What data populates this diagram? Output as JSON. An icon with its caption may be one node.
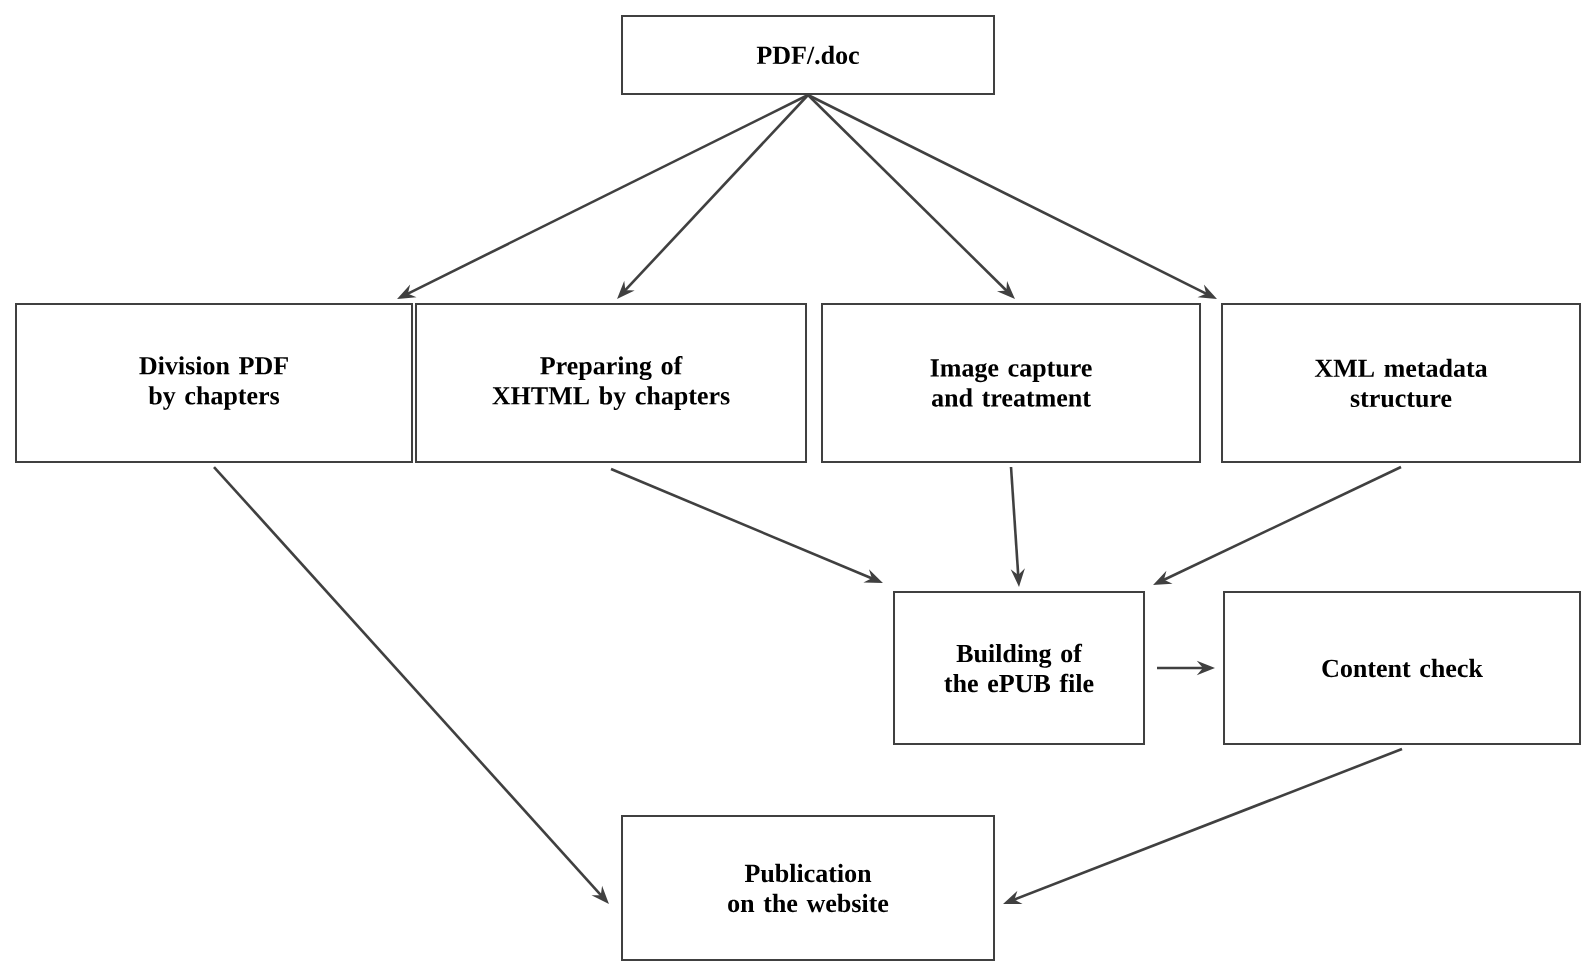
{
  "diagram": {
    "nodes": [
      {
        "text": [
          "PDF/.doc"
        ]
      },
      {
        "text": [
          "Division PDF by chapters"
        ]
      },
      {
        "text": [
          "Preparing of XHTML by chapters"
        ]
      },
      {
        "text": [
          "Image capture and treatment"
        ]
      },
      {
        "text": [
          "XML metadata structure"
        ]
      },
      {
        "text": [
          "Building of the ePUB file"
        ]
      },
      {
        "text": [
          "Content check"
        ]
      },
      {
        "text": [
          "Publication on the website"
        ]
      }
    ],
    "edges": [
      {
        "from": 0,
        "to": 1,
        "arrow": "to"
      },
      {
        "from": 0,
        "to": 2,
        "arrow": "to"
      },
      {
        "from": 0,
        "to": 3,
        "arrow": "to"
      },
      {
        "from": 0,
        "to": 4,
        "arrow": "to"
      },
      {
        "from": 1,
        "to": 7,
        "arrow": "to"
      },
      {
        "from": 2,
        "to": 5,
        "arrow": "to"
      },
      {
        "from": 3,
        "to": 5,
        "arrow": "to"
      },
      {
        "from": 4,
        "to": 5,
        "arrow": "to"
      },
      {
        "from": 5,
        "to": 6,
        "arrow": "to"
      },
      {
        "from": 6,
        "to": 7,
        "arrow": "to"
      }
    ]
  }
}
